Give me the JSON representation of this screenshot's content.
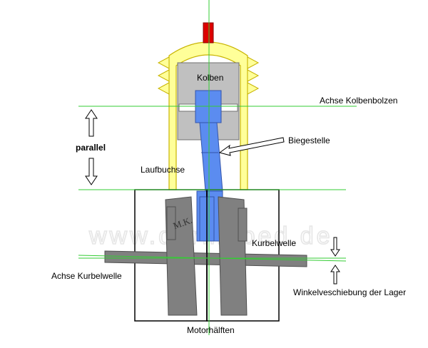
{
  "labels": {
    "kolben": "Kolben",
    "achse_kolbenbolzen": "Achse Kolbenbolzen",
    "biegestelle": "Biegestelle",
    "parallel": "parallel",
    "laufbuchse": "Laufbuchse",
    "kurbelwelle": "Kurbelwelle",
    "achse_kurbelwelle": "Achse Kurbelwelle",
    "winkelverschiebung": "Winkelveschiebung der Lager",
    "motorhaelften": "Motorhälften",
    "initials": "M.K."
  },
  "watermark": "www.ddrmoped.de",
  "colors": {
    "cylinder_yellow": "#ffff99",
    "cylinder_outline": "#c8b400",
    "piston_gray": "#c0c0c0",
    "conrod_blue": "#5b8cf0",
    "crank_gray": "#808080",
    "axis_green": "#33cc33",
    "spark_red": "#dd0000"
  }
}
